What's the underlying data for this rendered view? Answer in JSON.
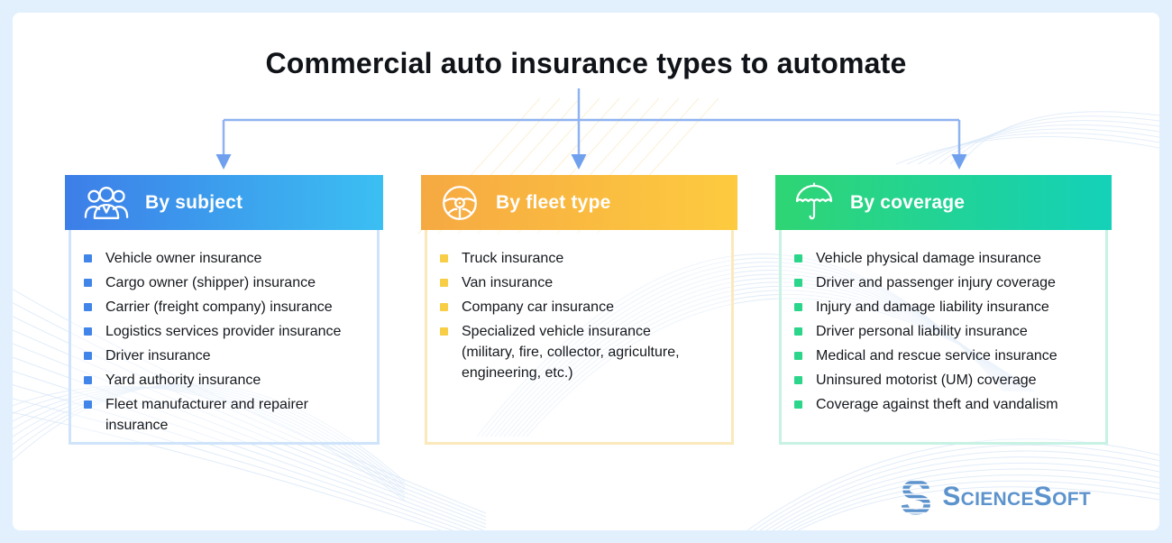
{
  "title": "Commercial auto insurance types to automate",
  "columns": [
    {
      "title": "By subject",
      "icon": "people-icon",
      "gradient_from": "#3D7EE8",
      "gradient_to": "#3BBFF2",
      "bullet_color": "#4285E8",
      "border_color": "#CFE4FA",
      "items": [
        "Vehicle owner insurance",
        "Cargo owner (shipper) insurance",
        "Carrier (freight company) insurance",
        "Logistics services provider insurance",
        "Driver insurance",
        "Yard authority insurance",
        "Fleet manufacturer and repairer insurance"
      ]
    },
    {
      "title": "By fleet type",
      "icon": "steering-wheel-icon",
      "gradient_from": "#F6A942",
      "gradient_to": "#FDCB3F",
      "bullet_color": "#F7CE46",
      "border_color": "#FBE9BB",
      "items": [
        "Truck insurance",
        "Van insurance",
        "Company car insurance",
        "Specialized vehicle insurance (military, fire, collector, agriculture, engineering, etc.)"
      ]
    },
    {
      "title": "By coverage",
      "icon": "umbrella-icon",
      "gradient_from": "#2FD573",
      "gradient_to": "#14D1B9",
      "bullet_color": "#2BD589",
      "border_color": "#C8F2E4",
      "items": [
        "Vehicle physical damage insurance",
        "Driver and passenger injury coverage",
        "Injury and damage liability insurance",
        "Driver personal liability insurance",
        "Medical and rescue service insurance",
        "Uninsured motorist (UM) coverage",
        "Coverage against theft and vandalism"
      ]
    }
  ],
  "logo": {
    "text": "ScienceSoft",
    "color": "#5D93CD"
  },
  "colors": {
    "connector": "#8FB3F0",
    "arrowhead": "#6FA0EE",
    "frame_background": "#E2F0FD",
    "wave_blue": "#D9E7F8",
    "hatch_yellow": "#FBECCB"
  }
}
